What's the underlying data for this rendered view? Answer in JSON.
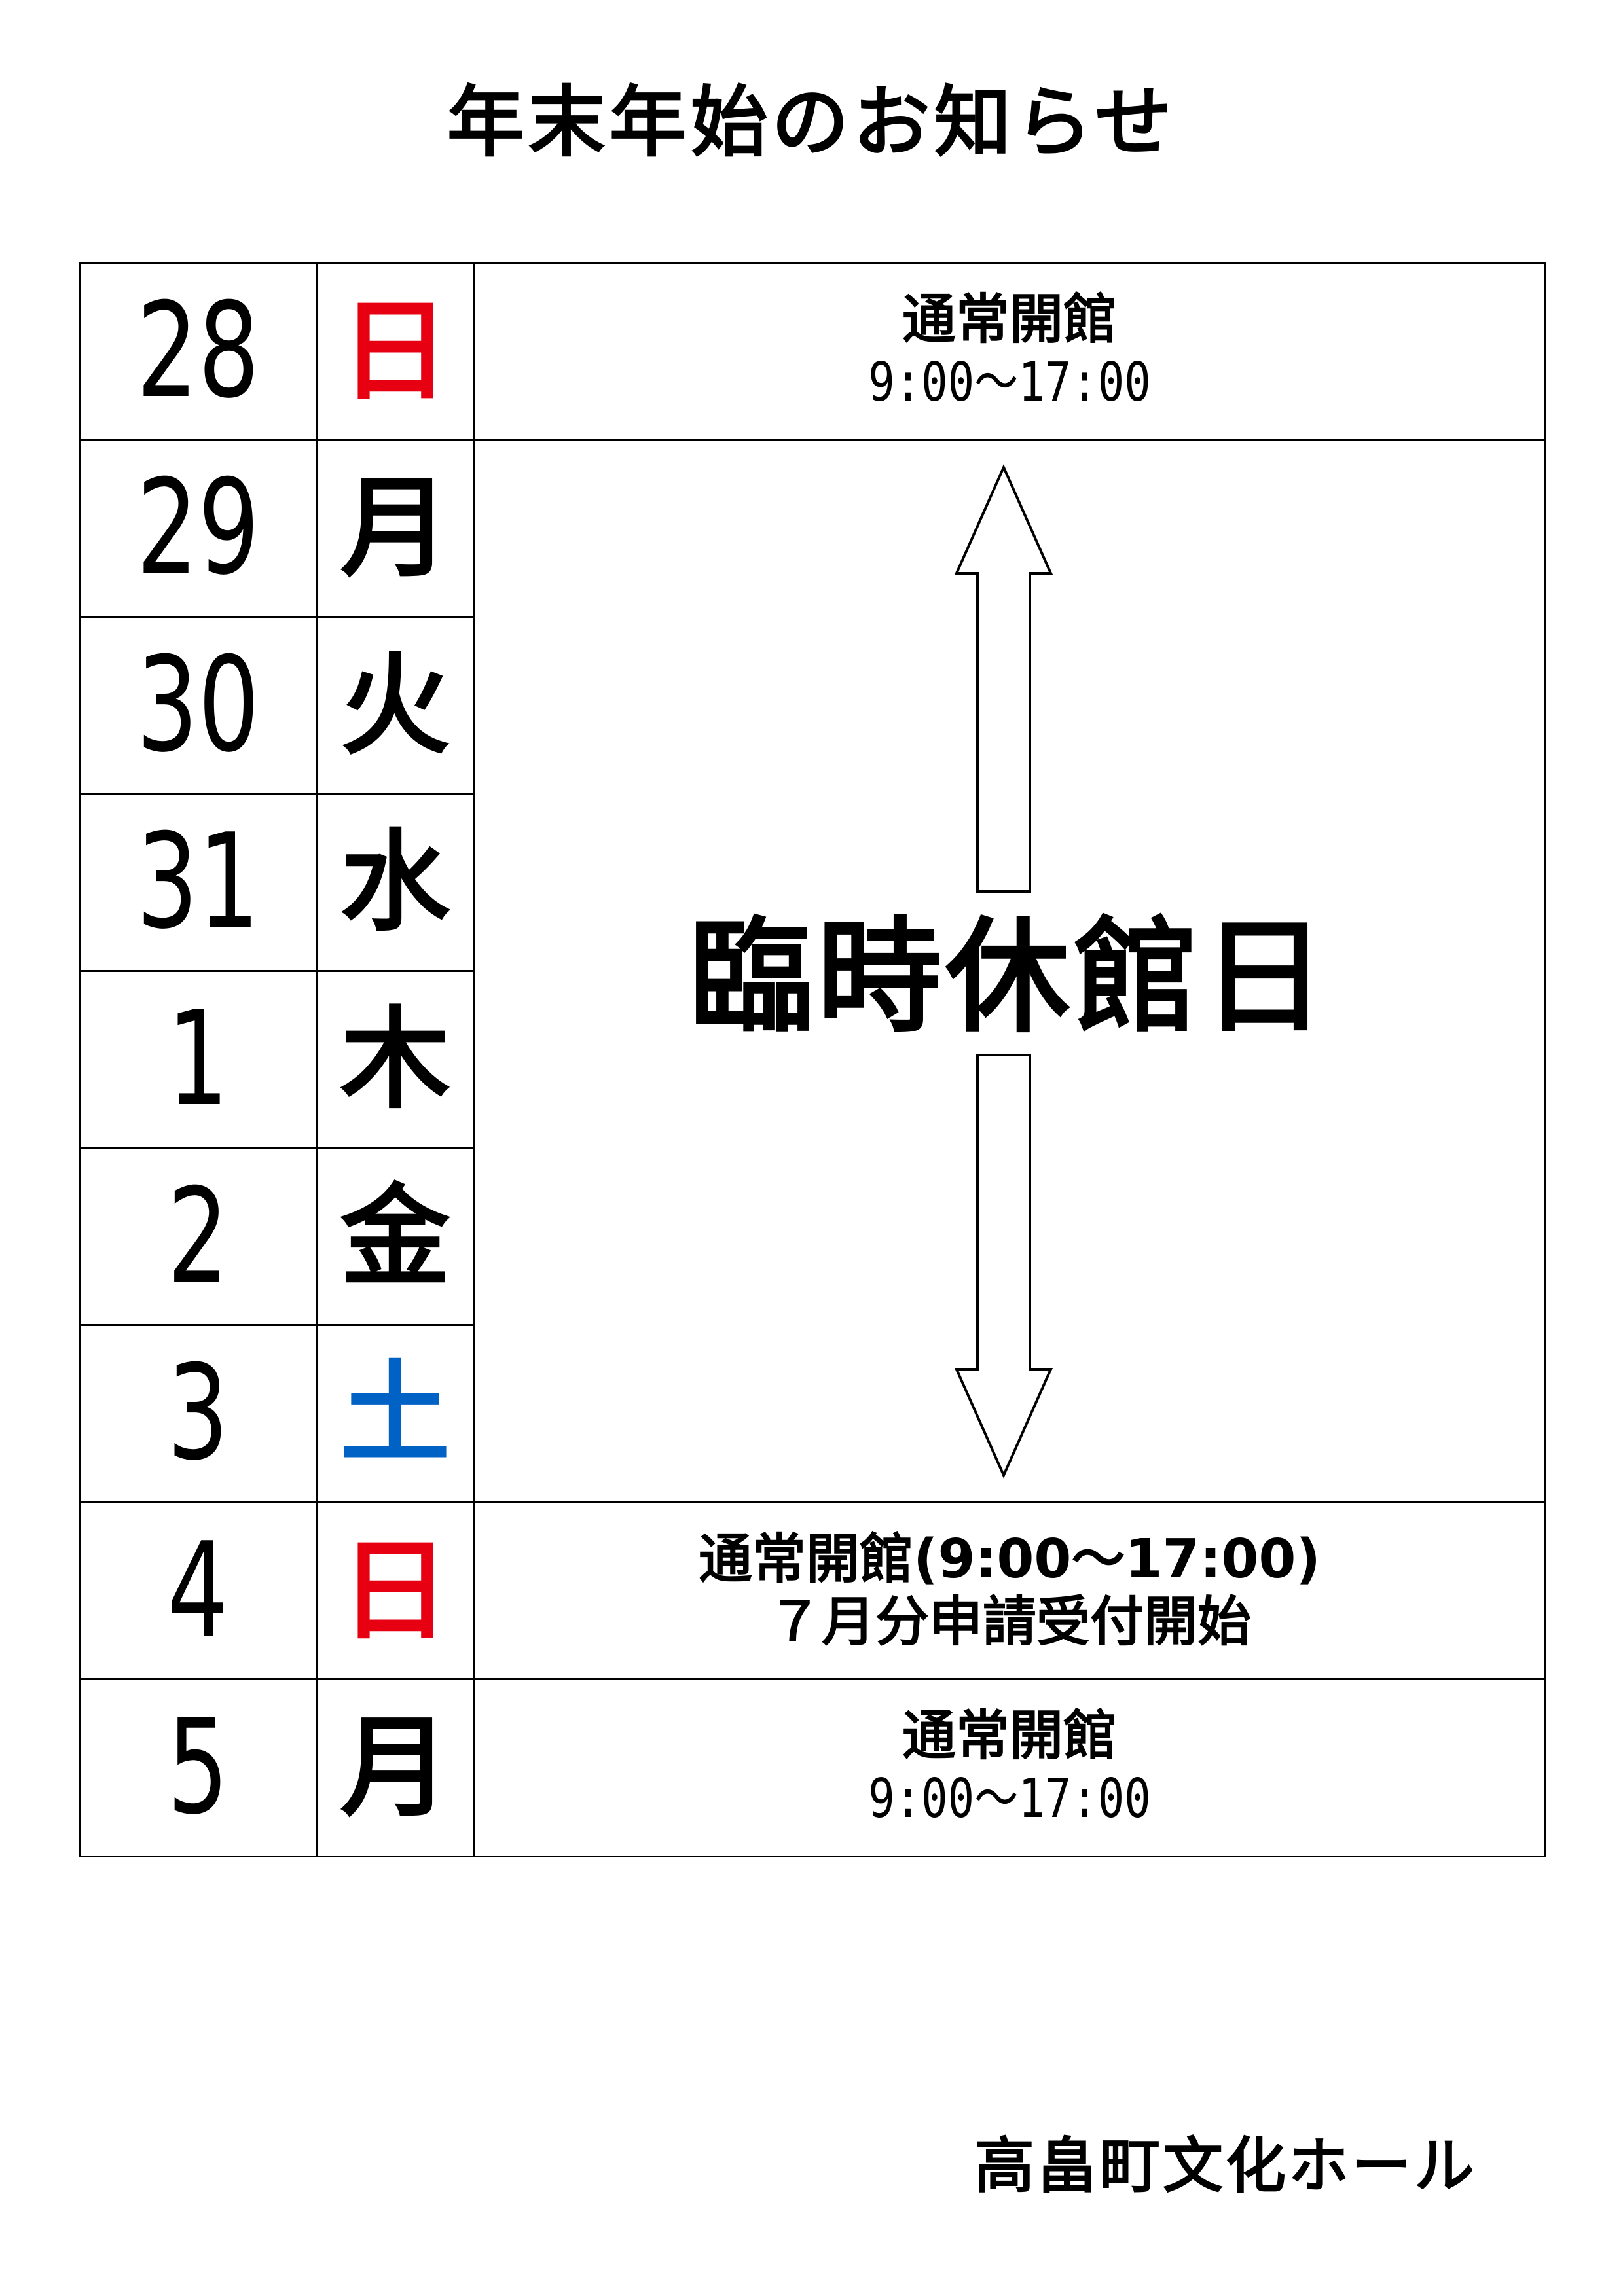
{
  "title": "年末年始のお知らせ",
  "colors": {
    "sunday": "#e60012",
    "saturday": "#0062c4",
    "text": "#000000"
  },
  "rows": [
    {
      "day": "28",
      "weekday": "日",
      "weekday_color": "sunday",
      "note_lines": [
        "通常開館",
        "9:00～17:00"
      ]
    },
    {
      "day": "29",
      "weekday": "月",
      "weekday_color": "text"
    },
    {
      "day": "30",
      "weekday": "火",
      "weekday_color": "text"
    },
    {
      "day": "31",
      "weekday": "水",
      "weekday_color": "text"
    },
    {
      "day": "1",
      "weekday": "木",
      "weekday_color": "text"
    },
    {
      "day": "2",
      "weekday": "金",
      "weekday_color": "text"
    },
    {
      "day": "3",
      "weekday": "土",
      "weekday_color": "saturday"
    },
    {
      "day": "4",
      "weekday": "日",
      "weekday_color": "sunday",
      "note_lines": [
        "通常開館(9:00～17:00)",
        "７月分申請受付開始"
      ]
    },
    {
      "day": "5",
      "weekday": "月",
      "weekday_color": "text",
      "note_lines": [
        "通常開館",
        "9:00～17:00"
      ]
    }
  ],
  "closed_period": {
    "label": "臨時休館日",
    "arrow_icon": "double-headed-vertical-arrow"
  },
  "footer": "高畠町文化ホール"
}
